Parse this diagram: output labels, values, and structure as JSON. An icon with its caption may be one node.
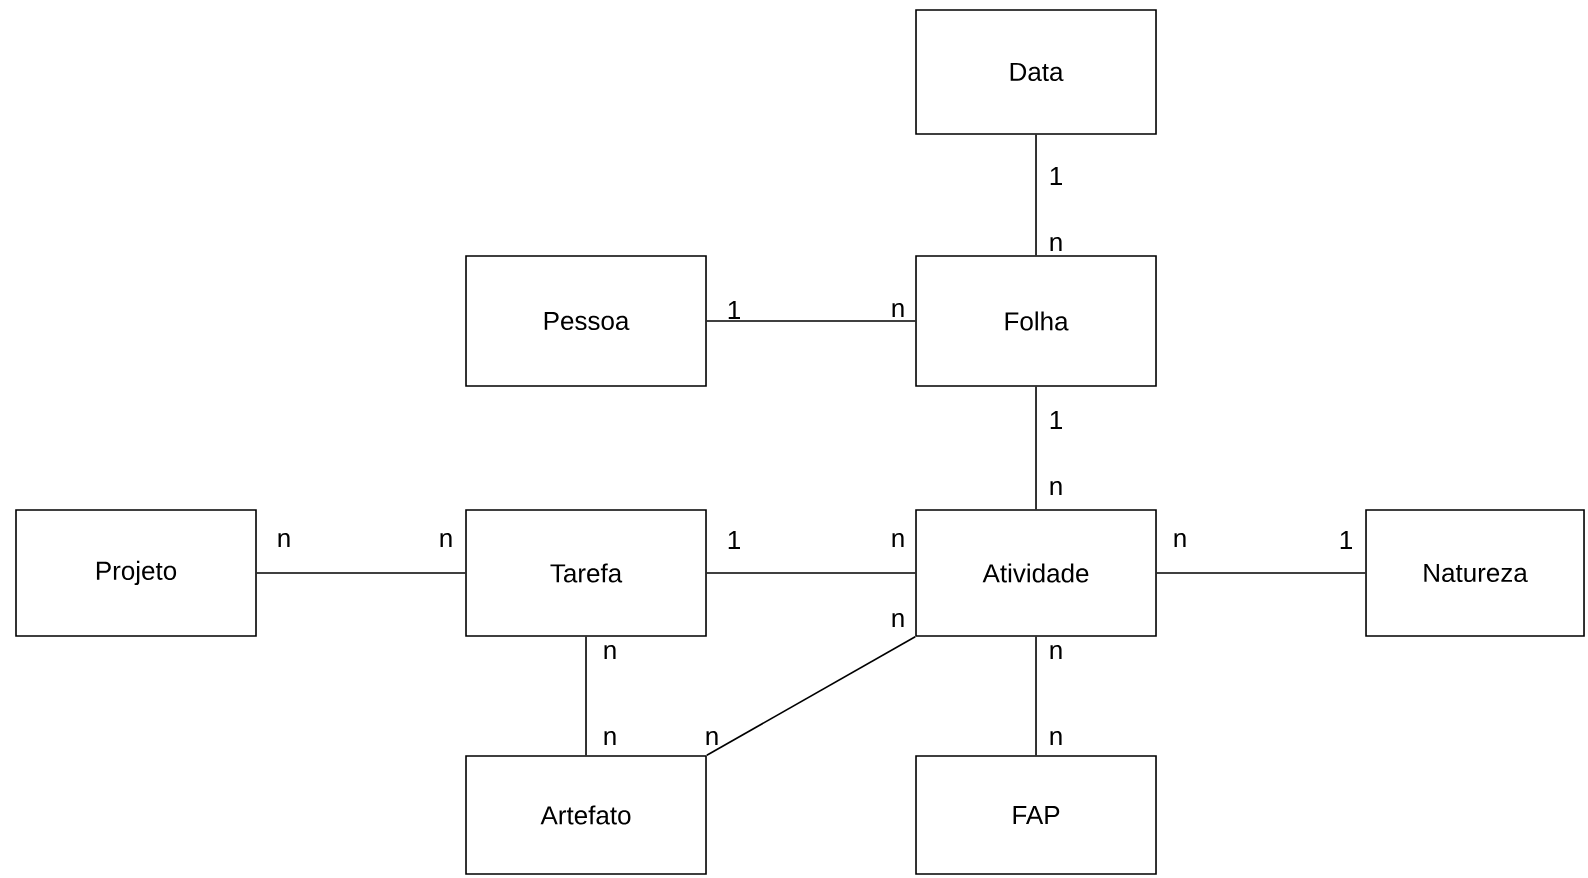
{
  "diagram": {
    "nodes": [
      {
        "text": [
          "Data"
        ]
      },
      {
        "text": [
          "Pessoa"
        ]
      },
      {
        "text": [
          "Folha"
        ]
      },
      {
        "text": [
          "Projeto"
        ]
      },
      {
        "text": [
          "Tarefa"
        ]
      },
      {
        "text": [
          "Atividade"
        ]
      },
      {
        "text": [
          "Natureza"
        ]
      },
      {
        "text": [
          "Artefato"
        ]
      },
      {
        "text": [
          "FAP"
        ]
      }
    ],
    "edges": [
      {
        "from": 0,
        "to": 2,
        "arrow": "none"
      },
      {
        "from": 1,
        "to": 2,
        "arrow": "none"
      },
      {
        "from": 2,
        "to": 5,
        "arrow": "none"
      },
      {
        "from": 3,
        "to": 4,
        "arrow": "none"
      },
      {
        "from": 4,
        "to": 5,
        "arrow": "none"
      },
      {
        "from": 5,
        "to": 6,
        "arrow": "none"
      },
      {
        "from": 4,
        "to": 7,
        "arrow": "none"
      },
      {
        "from": 5,
        "to": 7,
        "arrow": "none"
      },
      {
        "from": 5,
        "to": 8,
        "arrow": "none"
      }
    ],
    "labels": [
      "1",
      "n",
      "1",
      "n",
      "1",
      "n",
      "n",
      "n",
      "1",
      "n",
      "n",
      "1",
      "n",
      "n",
      "n",
      "n",
      "n",
      "n"
    ]
  }
}
